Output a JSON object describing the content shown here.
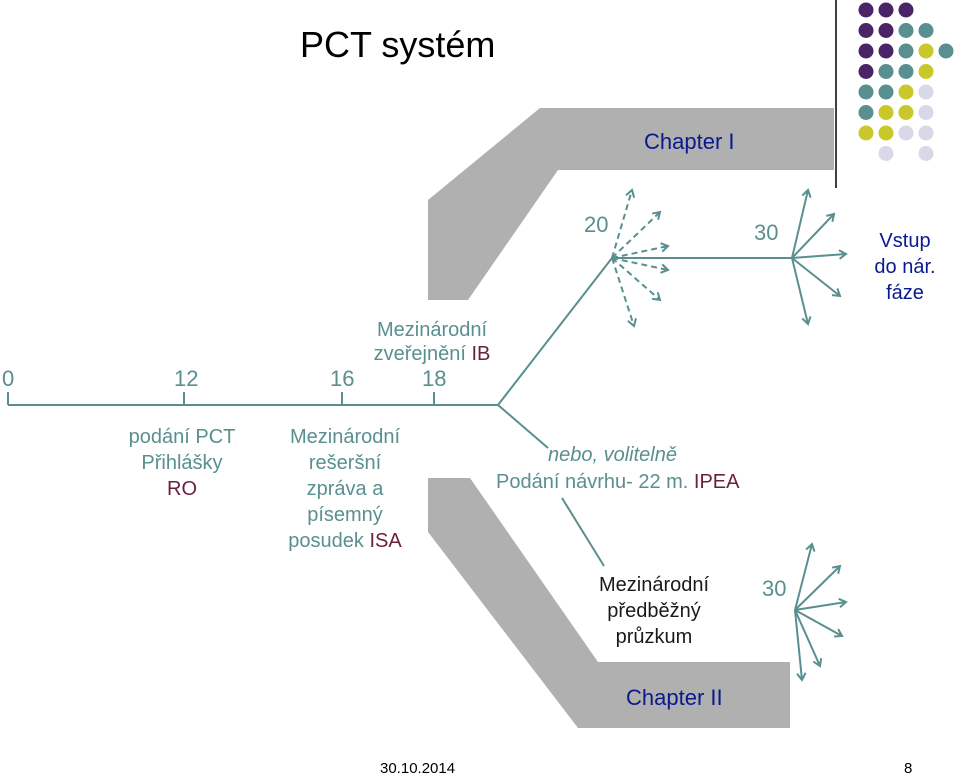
{
  "title": "PCT  systém",
  "timeline": {
    "months": [
      "0",
      "12",
      "16",
      "18"
    ]
  },
  "publication": {
    "line1": "Mezinárodní",
    "line2_prefix": "zveřejnění ",
    "line2_accent": "IB"
  },
  "chapter1": {
    "label": "Chapter I",
    "month_start": "20",
    "month_end": "30",
    "entry": [
      "Vstup",
      "do nár.",
      "fáze"
    ]
  },
  "filing": {
    "line1": "podání PCT",
    "line2": "Přihlášky",
    "line3_accent": "RO"
  },
  "search": {
    "lines": [
      "Mezinárodní",
      "rešeršní",
      "zpráva a",
      "písemný"
    ],
    "last_prefix": "posudek ",
    "last_accent": "ISA"
  },
  "optional": {
    "label": "nebo, volitelně",
    "demand_prefix": "Podání návrhu- 22 m. ",
    "demand_accent": "IPEA"
  },
  "chapter2": {
    "label": "Chapter II",
    "exam_lines": [
      "Mezinárodní",
      "předběžný",
      "průzkum"
    ],
    "month_end": "30"
  },
  "footer": {
    "date": "30.10.2014",
    "page": "8"
  },
  "colors": {
    "teal": "#5a8f8f",
    "purple": "#4a2466",
    "lime": "#c8c82a",
    "lavender": "#d8d8e8",
    "gray_band": "#b0b0b0",
    "chapter_blue": "#0a1a8c",
    "accent_maroon": "#6b1f3f"
  }
}
